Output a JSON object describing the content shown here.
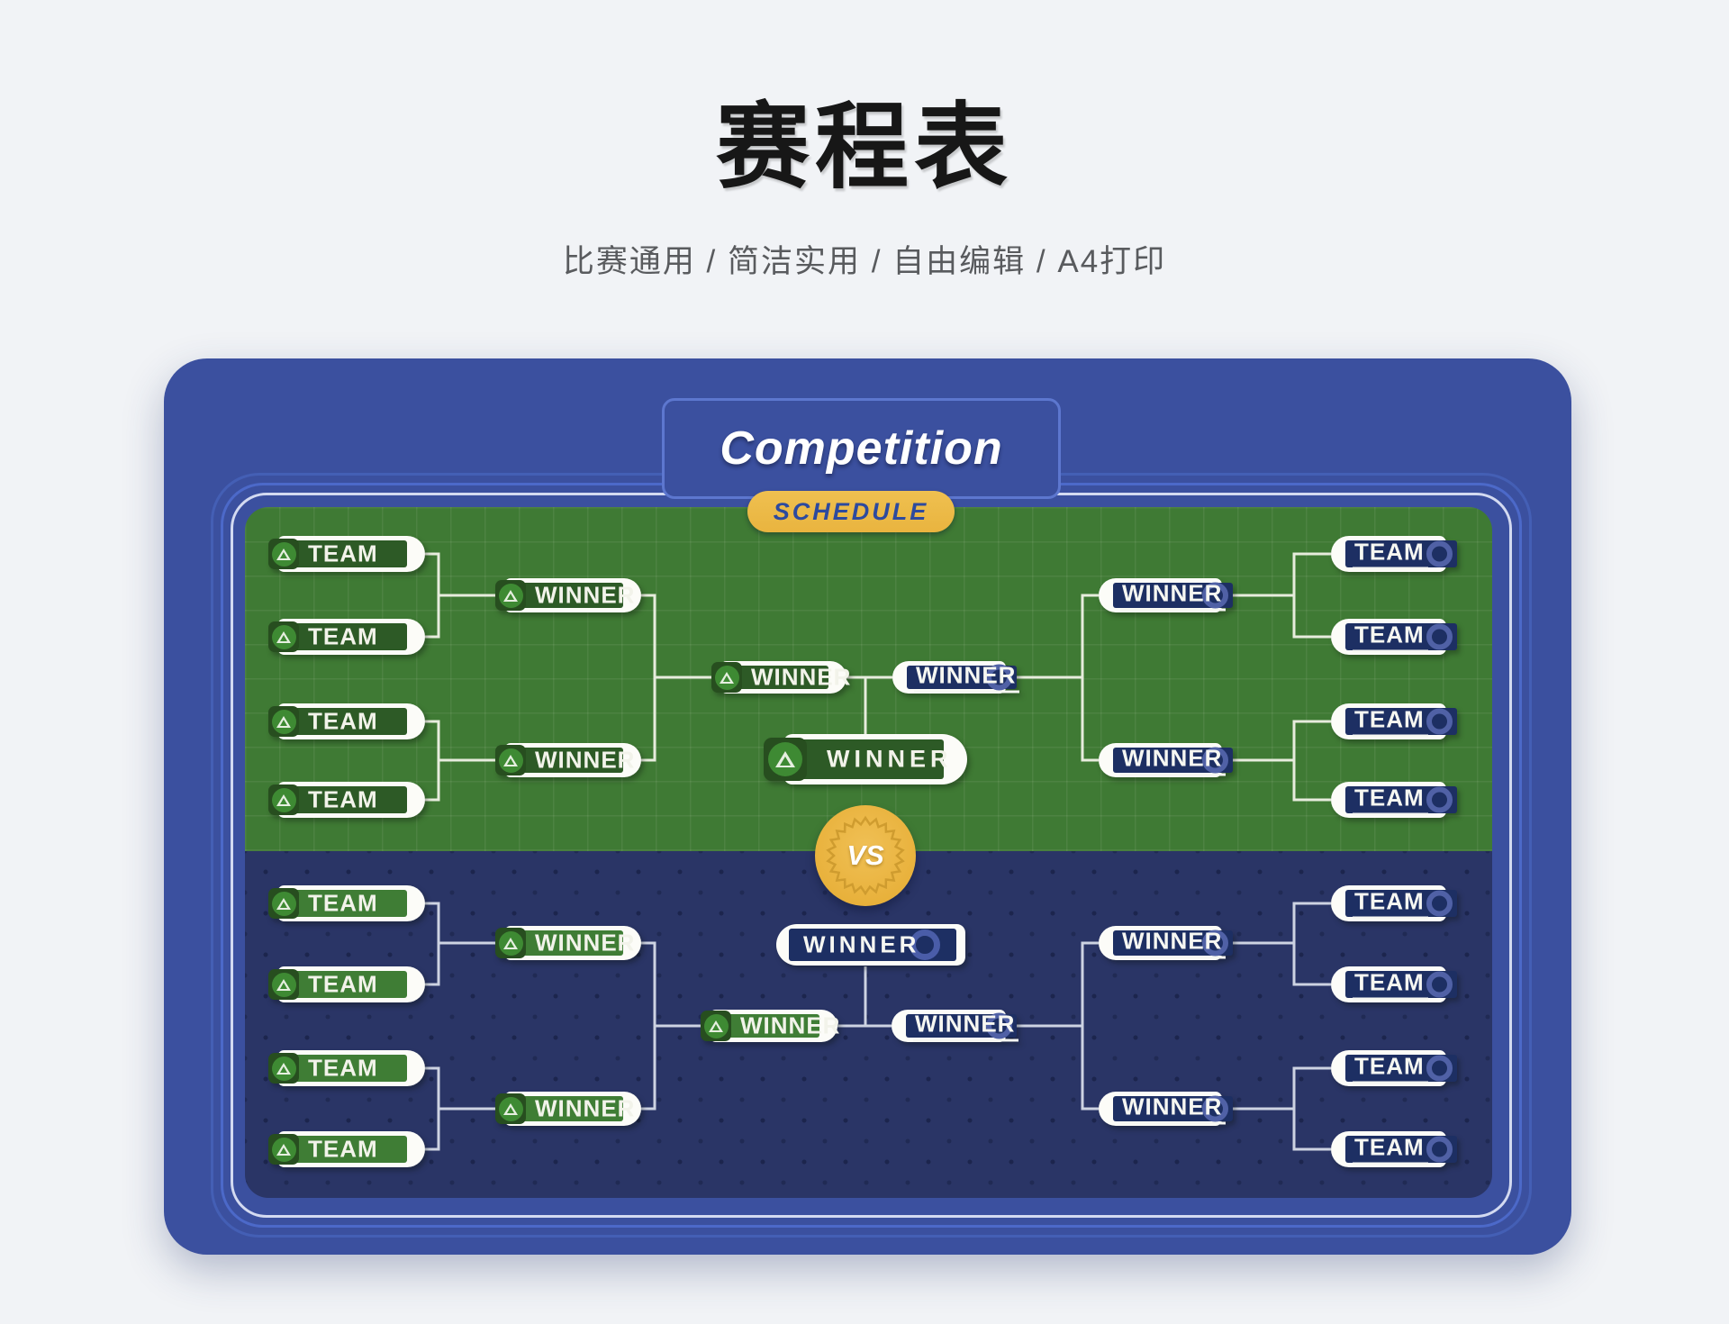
{
  "page": {
    "title": "赛程表",
    "subtitle": "比赛通用 / 简洁实用 / 自由编辑 / A4打印"
  },
  "poster": {
    "banner_title": "Competition",
    "banner_tag": "SCHEDULE",
    "vs_label": "VS",
    "labels": {
      "team": "TEAM",
      "winner": "WINNER"
    },
    "colors": {
      "card_blue": "#3b509f",
      "track_blue": "#4c69c9",
      "track_white": "#eef2ff",
      "field_green": "#3f7a34",
      "field_navy": "#2a3566",
      "bar_dark_green": "#2d5a26",
      "bar_bright_green": "#3f7d35",
      "bar_navy": "#1d2f63",
      "gold": "#e9b43f",
      "schedule_text": "#2d4a9e",
      "ring_icon_blue": "#5061a6",
      "line_green": "#e7ecdd",
      "line_navy": "#cdd3e2"
    }
  }
}
